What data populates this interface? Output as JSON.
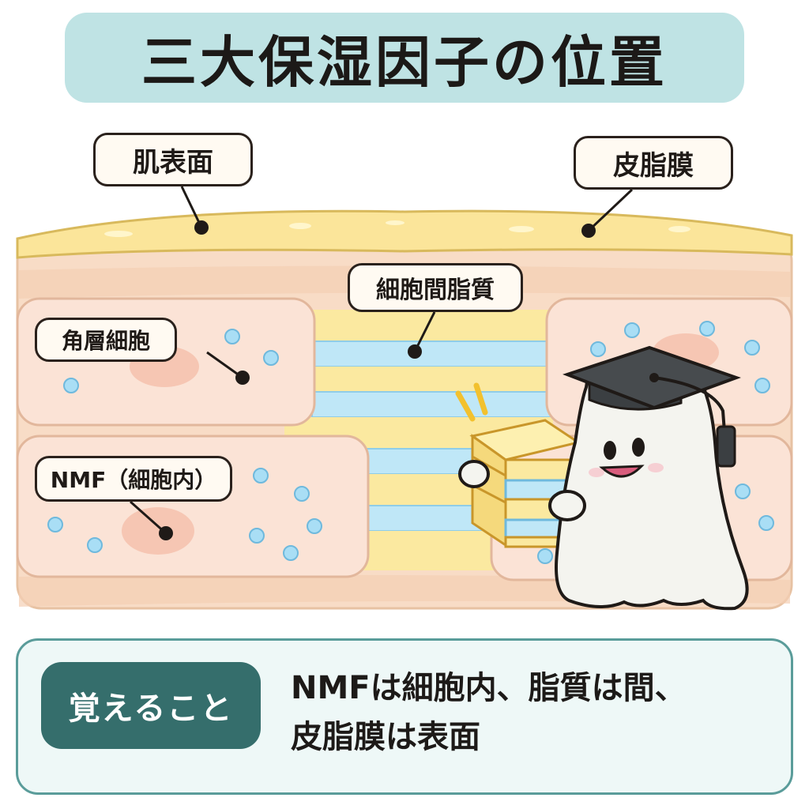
{
  "title": "三大保湿因子の位置",
  "labels": {
    "skin_surface": "肌表面",
    "sebum_film": "皮脂膜",
    "intercellular_lipid": "細胞間脂質",
    "corneocyte": "角層細胞",
    "nmf": "NMF（細胞内）"
  },
  "summary": {
    "badge": "覚えること",
    "line1": "NMFは細胞内、脂質は間、",
    "line2": "皮脂膜は表面"
  },
  "colors": {
    "title_bg": "#bfe3e4",
    "sebum_layer": "#fbe59a",
    "cell": "#fbe3d6",
    "lipid_yellow": "#fbe9a0",
    "lipid_blue": "#bfe7f7",
    "nmf_dot": "#a9def5",
    "summary_badge": "#356e6c"
  }
}
